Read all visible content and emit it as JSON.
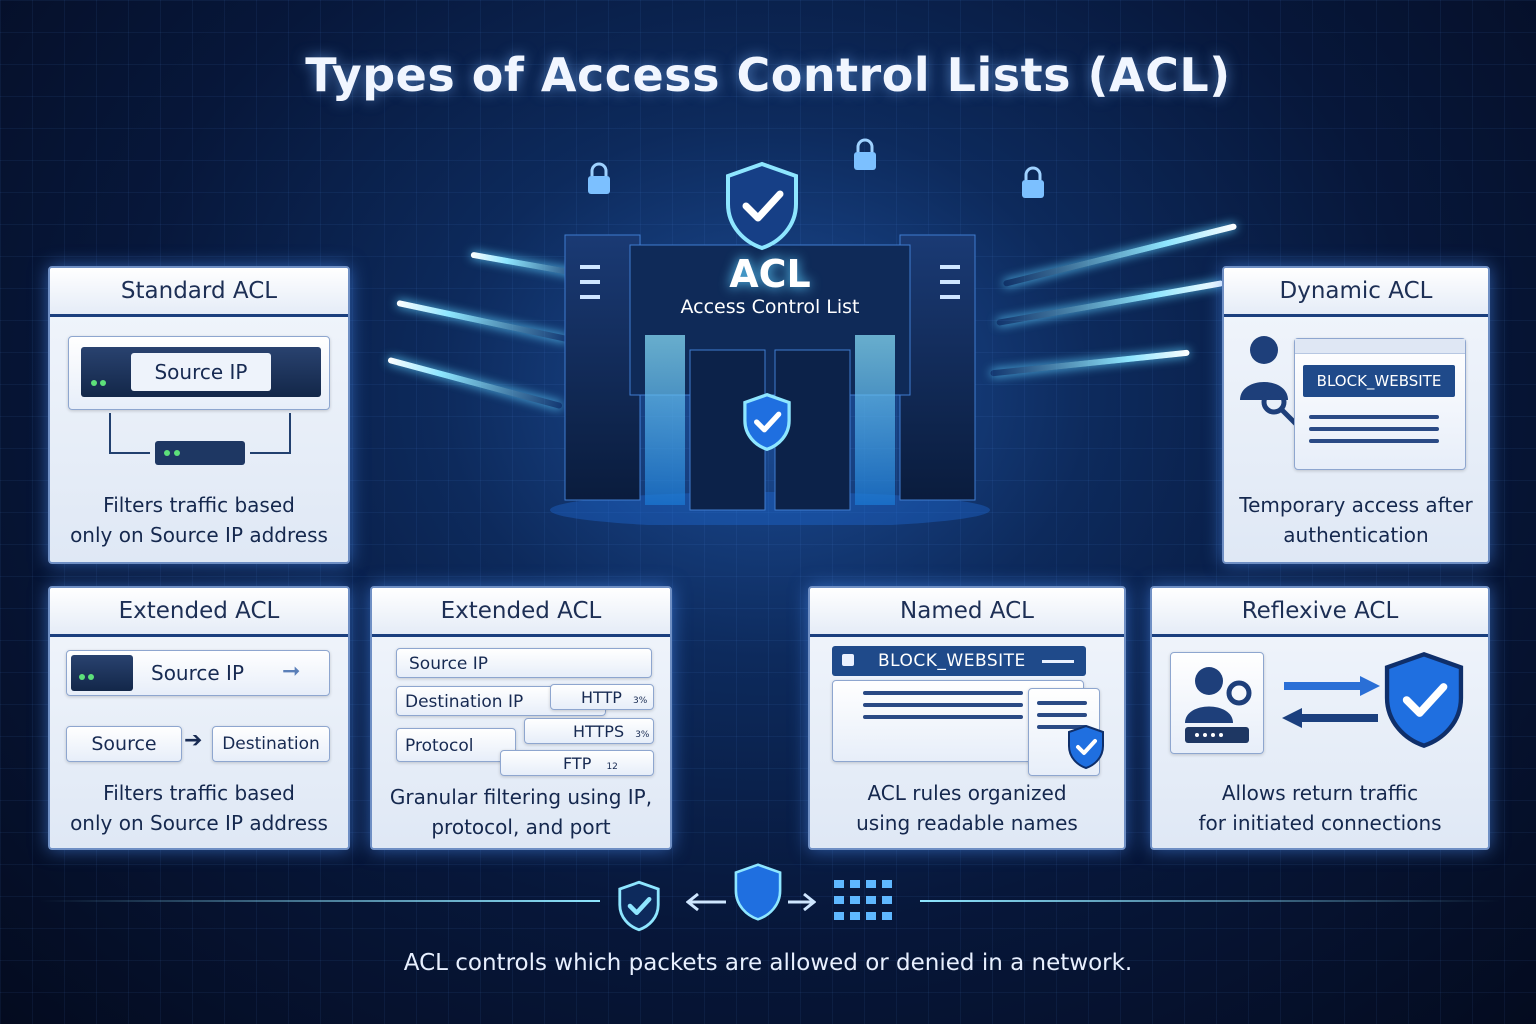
{
  "title": "Types of Access Control Lists (ACL)",
  "center": {
    "acl_label": "ACL",
    "acl_sublabel": "Access Control List"
  },
  "panels": {
    "standard": {
      "heading": "Standard ACL",
      "chip": "Source IP",
      "description_line1": "Filters traffic based",
      "description_line2": "only on Source IP address"
    },
    "dynamic": {
      "heading": "Dynamic ACL",
      "chip": "BLOCK_WEBSITE",
      "description_line1": "Temporary access after",
      "description_line2": "authentication"
    },
    "extended_a": {
      "heading": "Extended ACL",
      "chip_source": "Source IP",
      "box_source": "Source",
      "box_destination": "Destination",
      "description_line1": "Filters traffic based",
      "description_line2": "only on Source IP address"
    },
    "extended_b": {
      "heading": "Extended ACL",
      "row_source": "Source IP",
      "row_destination": "Destination IP",
      "row_protocol": "Protocol",
      "tag_http": "HTTP",
      "tag_https": "HTTPS",
      "tag_ftp": "FTP",
      "small_http": "3%",
      "small_https": "3%",
      "small_ftp": "12",
      "description_line1": "Granular filtering using IP,",
      "description_line2": "protocol, and port"
    },
    "named": {
      "heading": "Named ACL",
      "chip": "BLOCK_WEBSITE",
      "description_line1": "ACL rules organized",
      "description_line2": "using readable names"
    },
    "reflexive": {
      "heading": "Reflexive ACL",
      "description_line1": "Allows return traffic",
      "description_line2": "for initiated connections"
    }
  },
  "footer": {
    "text": "ACL controls which packets are allowed or denied in a network."
  },
  "colors": {
    "background": "#07173a",
    "accent": "#5fd0ff",
    "panel_header_border": "#1b3f7e",
    "shield": "#1f6fe0"
  }
}
